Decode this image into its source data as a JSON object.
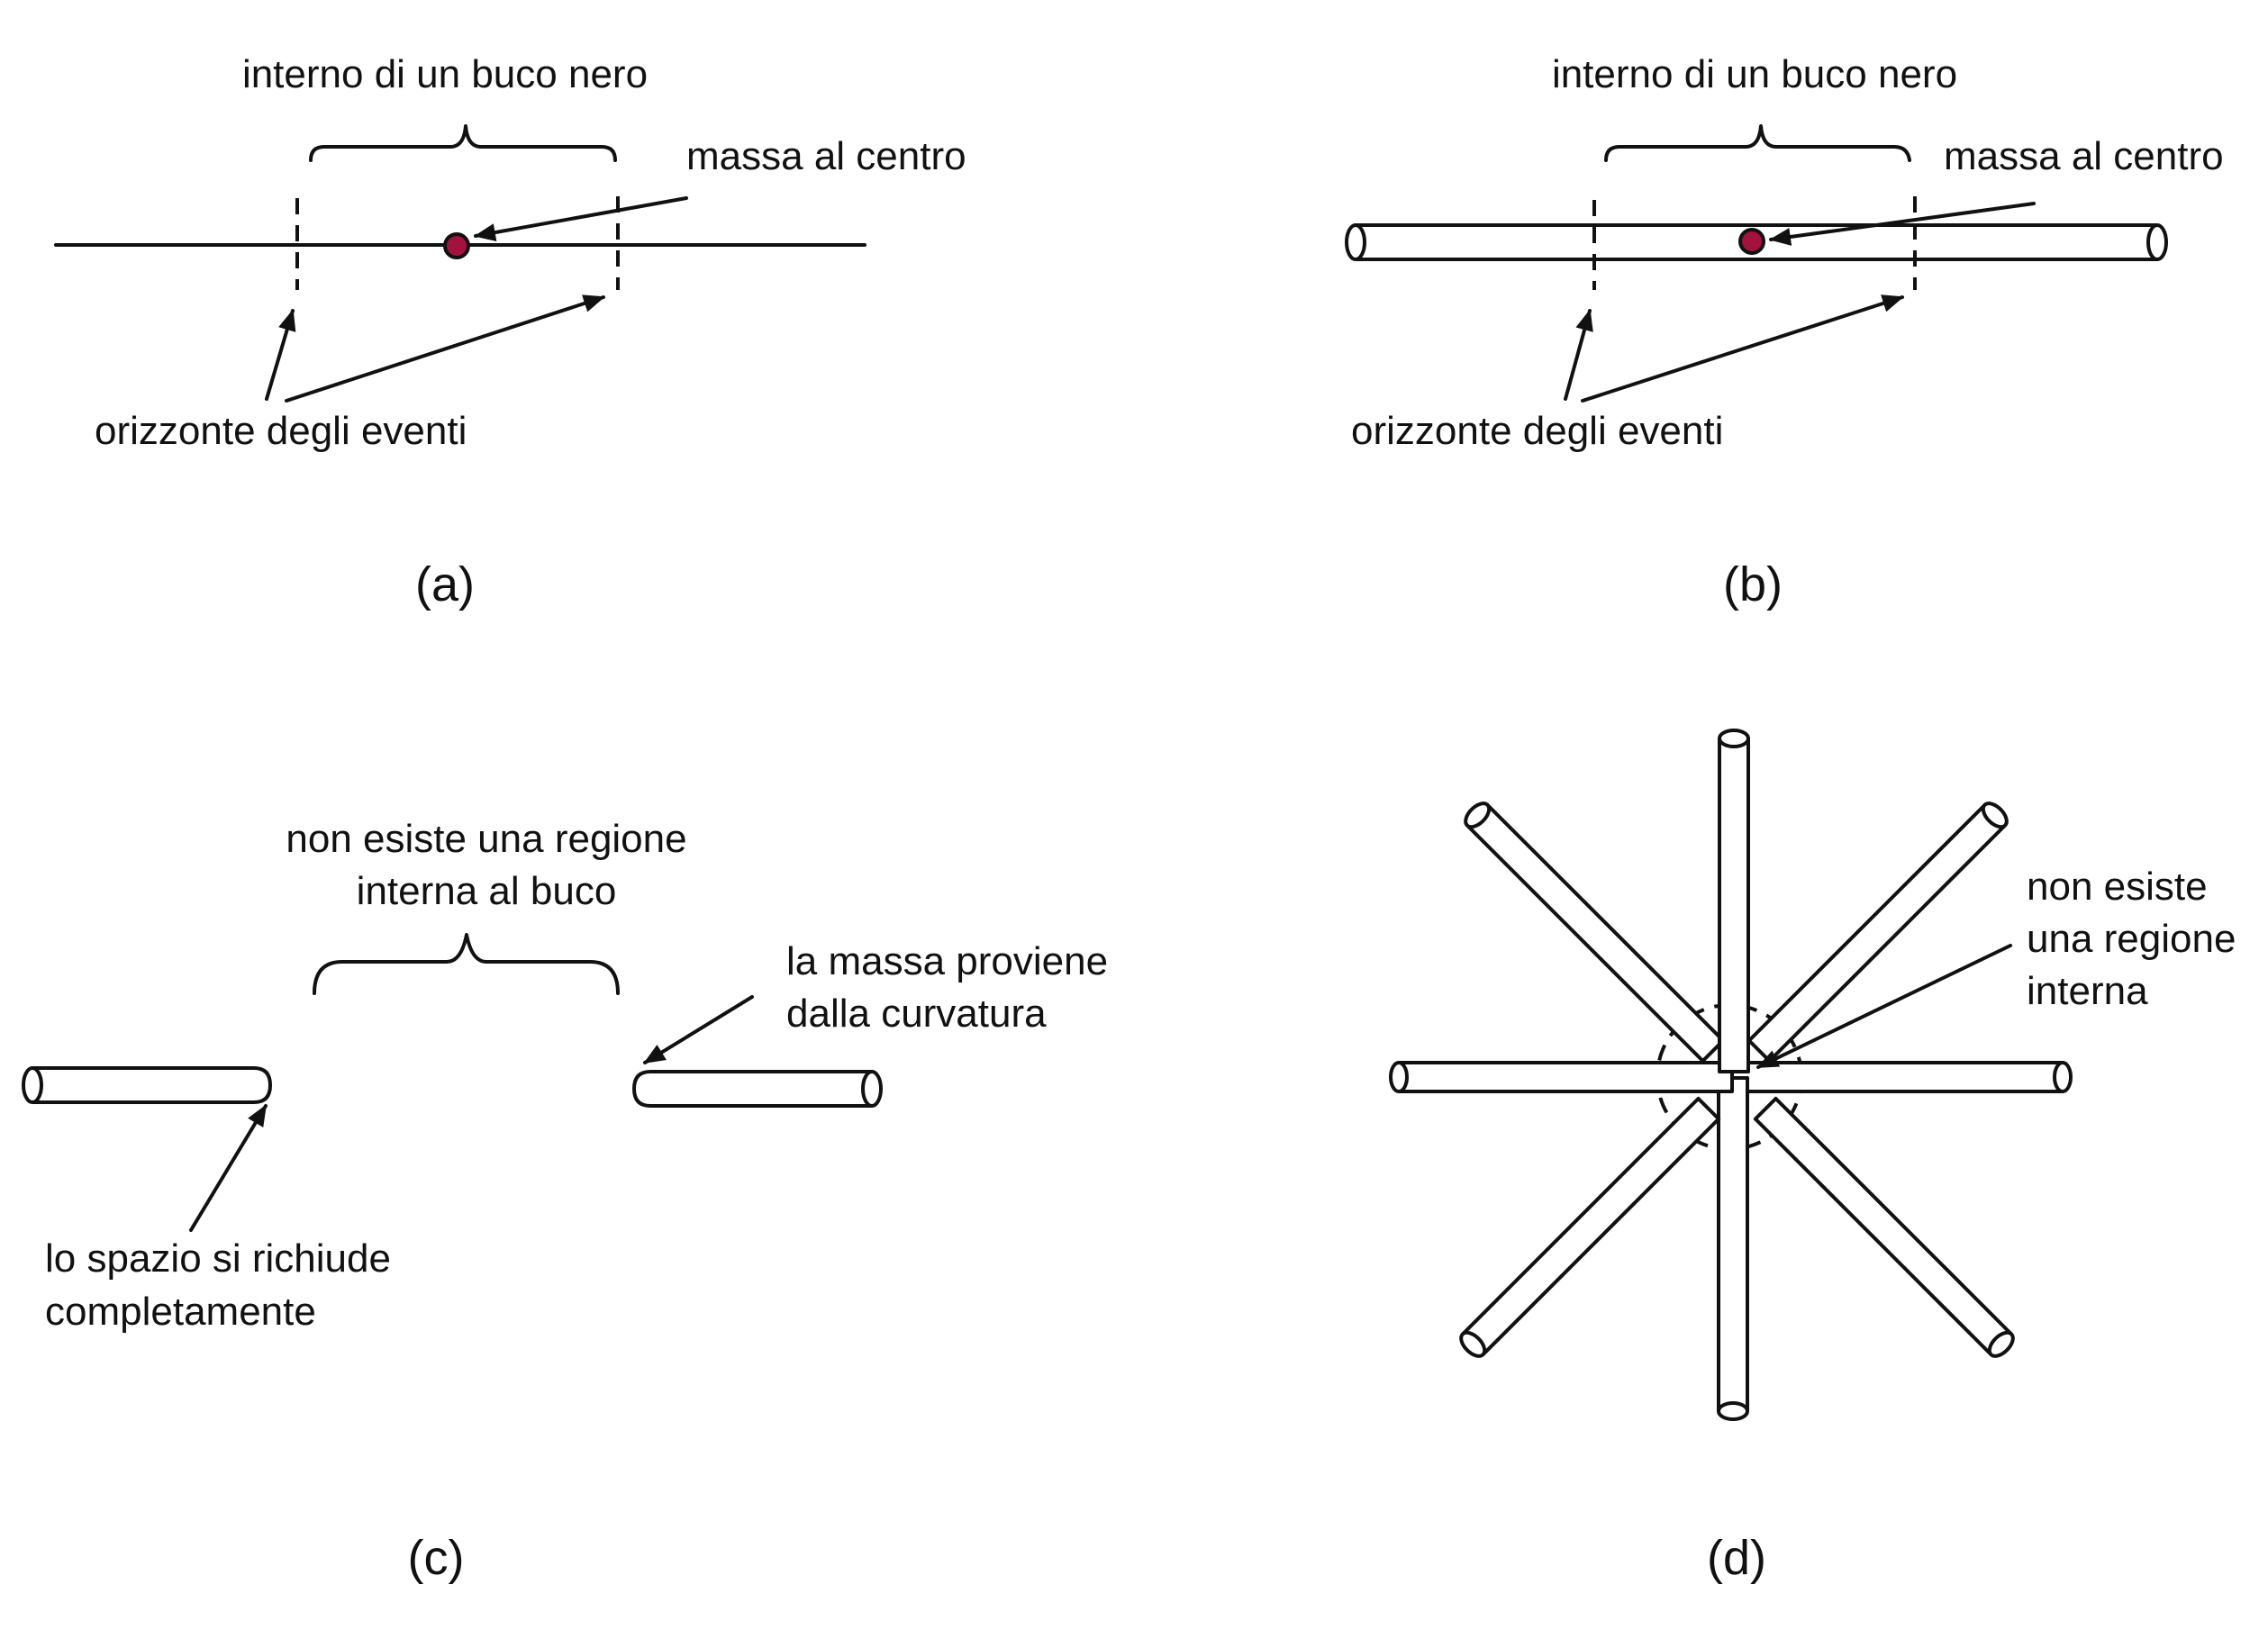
{
  "panel_a": {
    "label": "(a)",
    "interior_label": "interno di un buco nero",
    "mass_label": "massa al centro",
    "horizon_label": "orizzonte degli eventi"
  },
  "panel_b": {
    "label": "(b)",
    "interior_label": "interno di un buco nero",
    "mass_label": "massa al centro",
    "horizon_label": "orizzonte degli eventi"
  },
  "panel_c": {
    "label": "(c)",
    "no_region_line1": "non esiste una regione",
    "no_region_line2": "interna al buco",
    "mass_origin_line1": "la massa proviene",
    "mass_origin_line2": "dalla curvatura",
    "closure_line1": "lo spazio si richiude",
    "closure_line2": "completamente"
  },
  "panel_d": {
    "label": "(d)",
    "no_region_line1": "non esiste",
    "no_region_line2": "una regione",
    "no_region_line3": "interna"
  },
  "colors": {
    "mass_dot": "#a3123f",
    "ink": "#111111"
  }
}
